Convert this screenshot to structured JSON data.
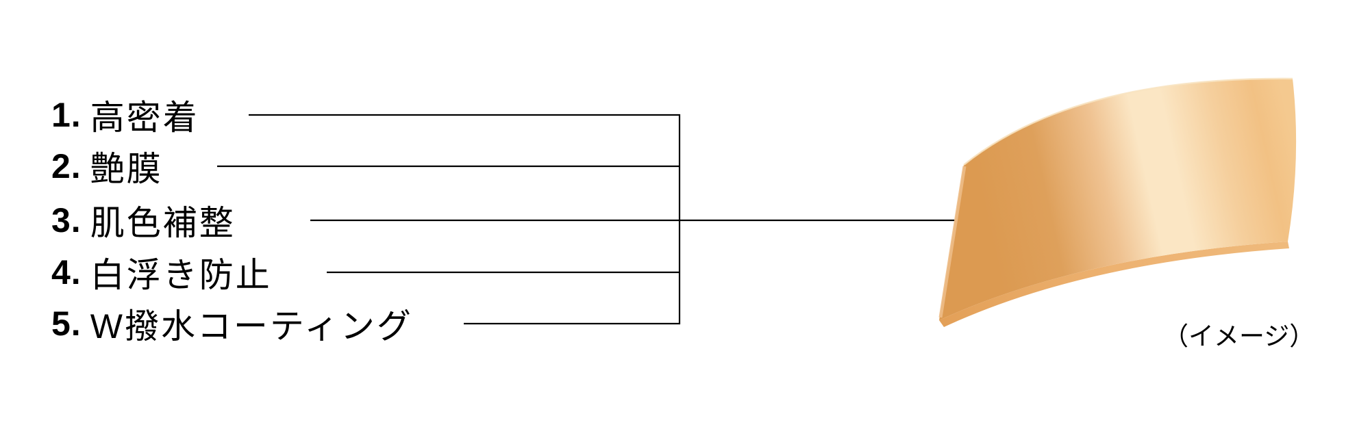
{
  "diagram_title": "foundation-film-features-callout",
  "features": [
    {
      "number": "1.",
      "label": "高密着"
    },
    {
      "number": "2.",
      "label": "艶膜"
    },
    {
      "number": "3.",
      "label": "肌色補整"
    },
    {
      "number": "4.",
      "label": "白浮き防止"
    },
    {
      "number": "5.",
      "label": "W撥水コーティング"
    }
  ],
  "note": "（イメージ）",
  "colors": {
    "background": "#ffffff",
    "text": "#000000",
    "line": "#000000",
    "sheet_dark": "#dc9a51",
    "sheet_dark2": "#dea05b",
    "sheet_mid": "#efc291",
    "sheet_light": "#fbe6c4",
    "sheet_light2": "#f5cf9d",
    "sheet_right": "#f2c184",
    "sheet_right_corner": "#f4c98f",
    "sheet_edge_left": "#e3a058",
    "sheet_edge_mid": "#edb271",
    "sheet_edge_right": "#efba7c",
    "sheet_highlight_left": "#edbd87",
    "sheet_highlight_top": "#f8e3c0"
  }
}
